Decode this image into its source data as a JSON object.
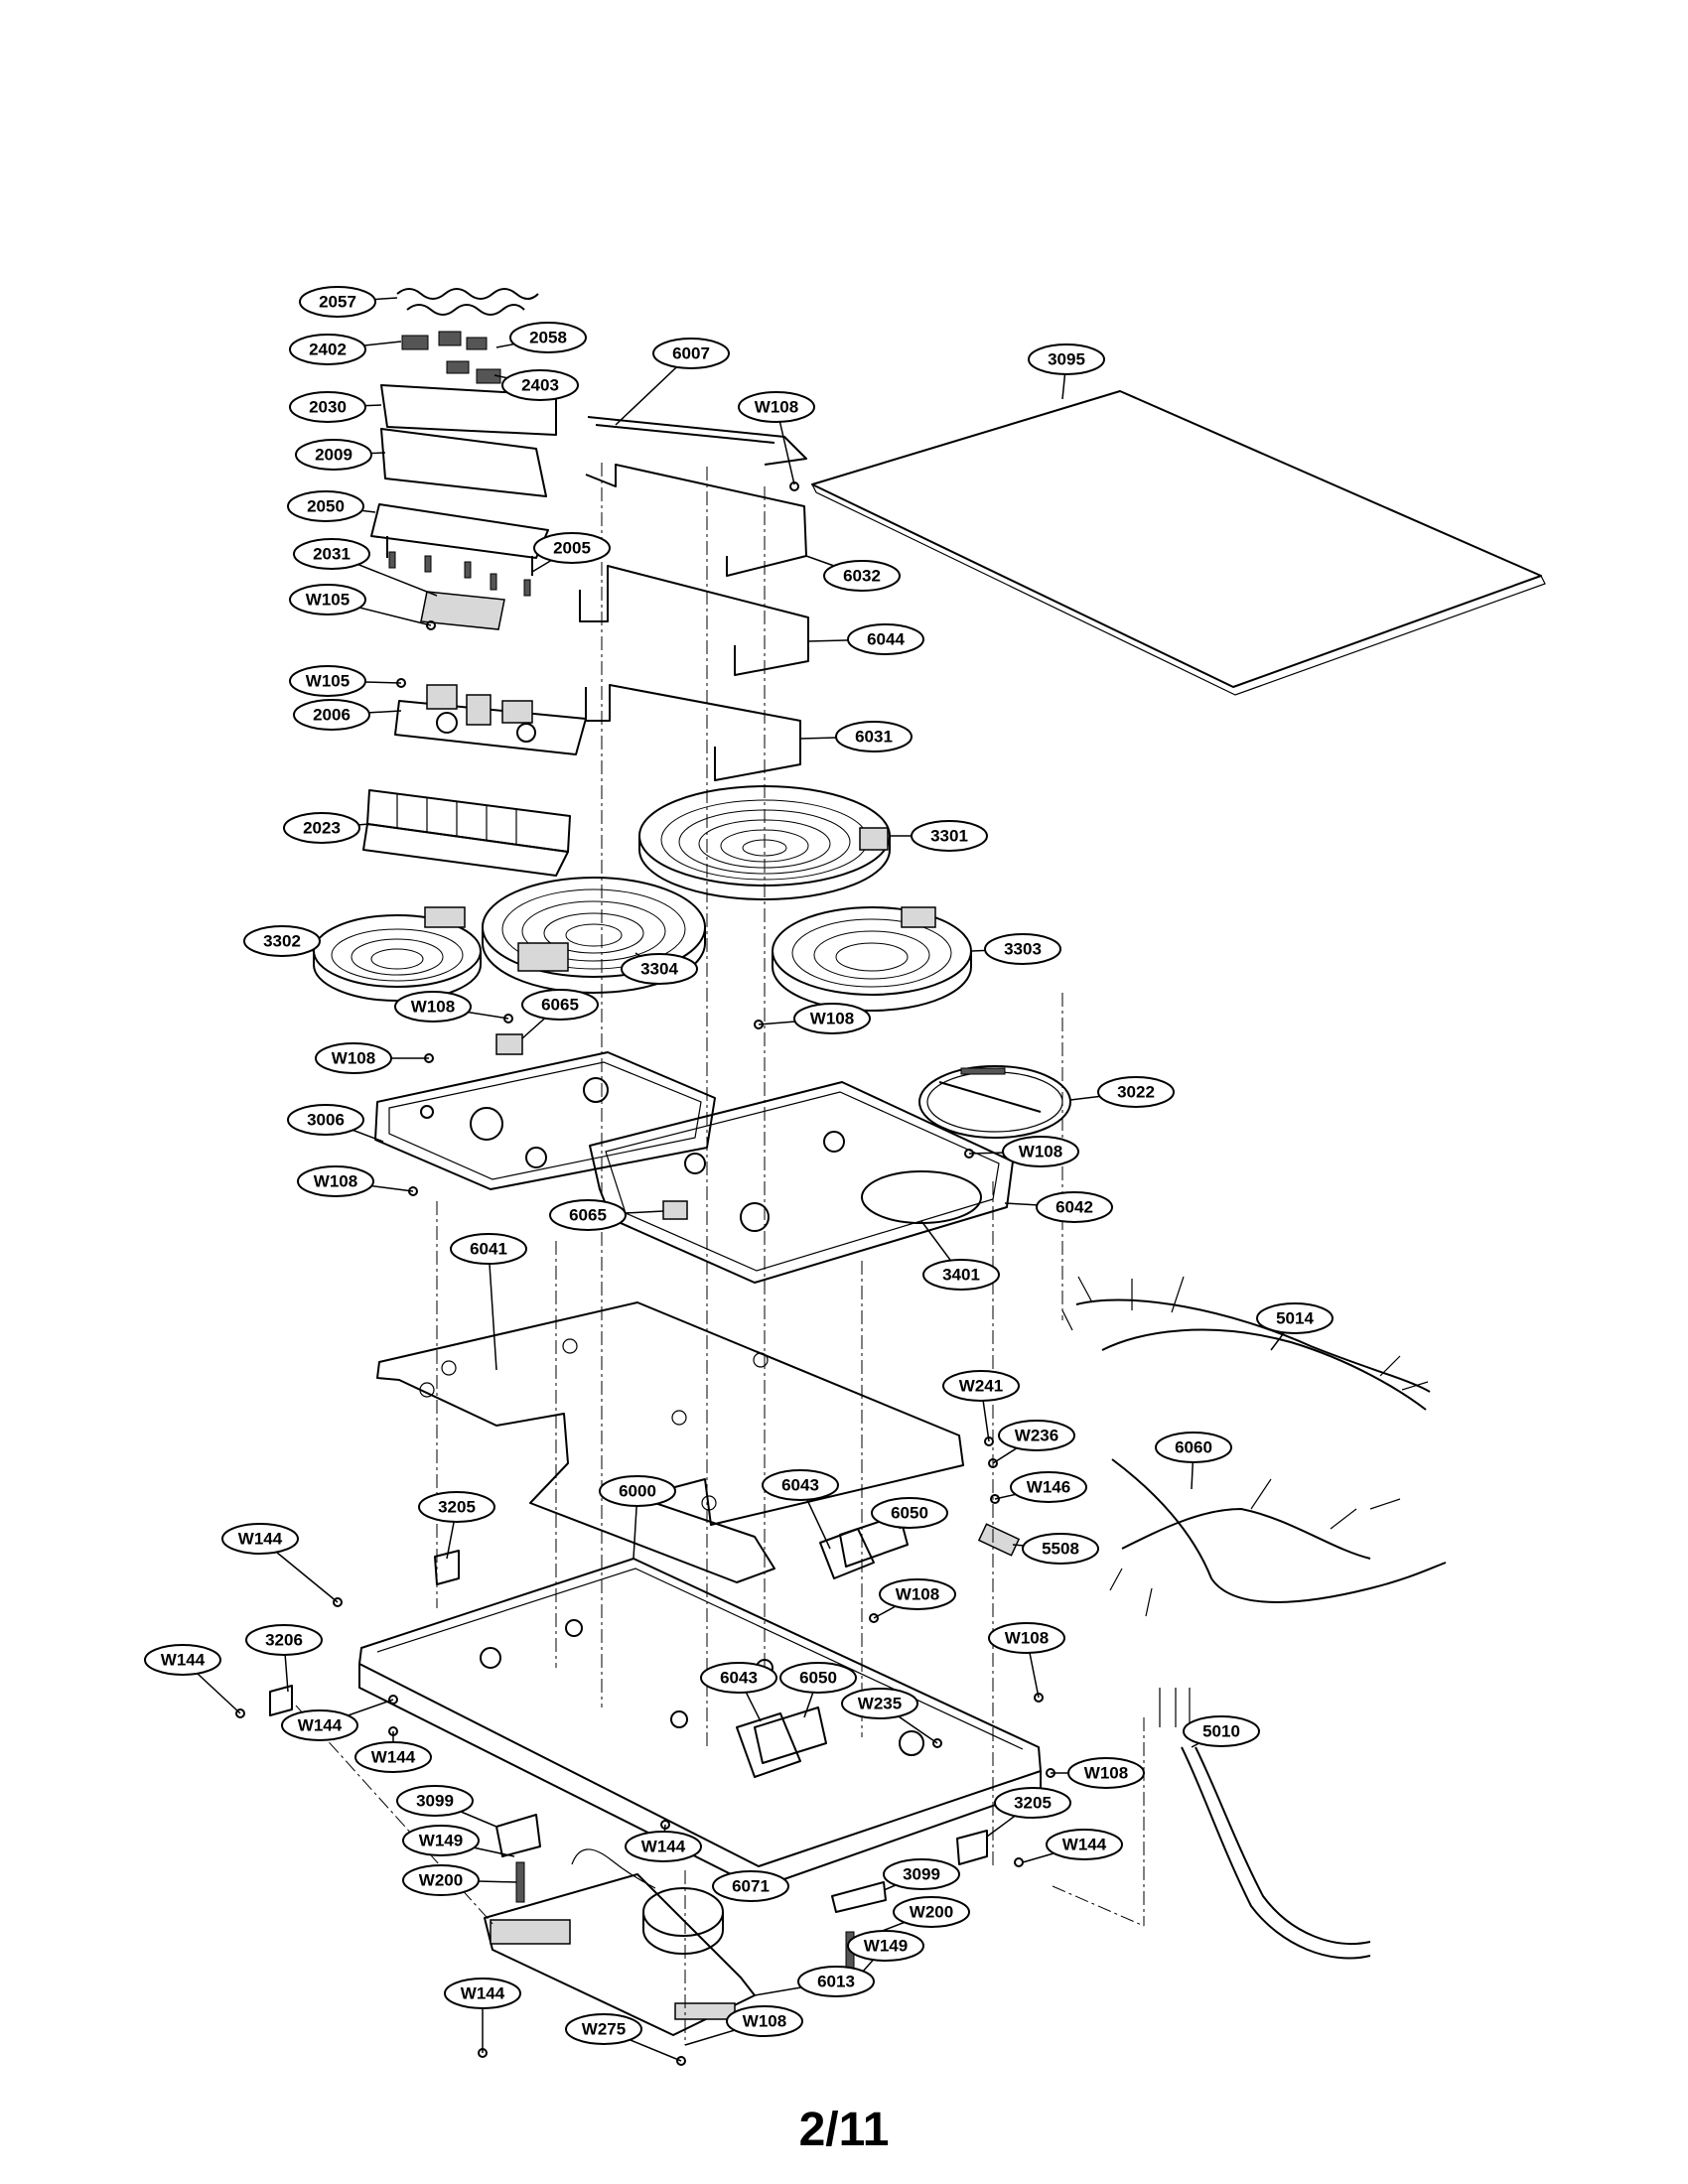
{
  "page_number": "2/11",
  "parts": [
    {
      "id": "2057"
    },
    {
      "id": "2402"
    },
    {
      "id": "2058"
    },
    {
      "id": "2403"
    },
    {
      "id": "2030"
    },
    {
      "id": "2009"
    },
    {
      "id": "2050"
    },
    {
      "id": "2005"
    },
    {
      "id": "2031"
    },
    {
      "id": "W105"
    },
    {
      "id": "W105"
    },
    {
      "id": "2006"
    },
    {
      "id": "2023"
    },
    {
      "id": "6007"
    },
    {
      "id": "W108"
    },
    {
      "id": "3095"
    },
    {
      "id": "6032"
    },
    {
      "id": "6044"
    },
    {
      "id": "6031"
    },
    {
      "id": "3301"
    },
    {
      "id": "3302"
    },
    {
      "id": "3304"
    },
    {
      "id": "3303"
    },
    {
      "id": "W108"
    },
    {
      "id": "6065"
    },
    {
      "id": "W108"
    },
    {
      "id": "W108"
    },
    {
      "id": "3022"
    },
    {
      "id": "3006"
    },
    {
      "id": "W108"
    },
    {
      "id": "W108"
    },
    {
      "id": "6065"
    },
    {
      "id": "6042"
    },
    {
      "id": "3401"
    },
    {
      "id": "6041"
    },
    {
      "id": "5014"
    },
    {
      "id": "W241"
    },
    {
      "id": "W236"
    },
    {
      "id": "6060"
    },
    {
      "id": "W146"
    },
    {
      "id": "3205"
    },
    {
      "id": "6000"
    },
    {
      "id": "6043"
    },
    {
      "id": "6050"
    },
    {
      "id": "5508"
    },
    {
      "id": "W144"
    },
    {
      "id": "W108"
    },
    {
      "id": "3206"
    },
    {
      "id": "W108"
    },
    {
      "id": "W144"
    },
    {
      "id": "6043"
    },
    {
      "id": "6050"
    },
    {
      "id": "W235"
    },
    {
      "id": "W144"
    },
    {
      "id": "W144"
    },
    {
      "id": "5010"
    },
    {
      "id": "W108"
    },
    {
      "id": "3099"
    },
    {
      "id": "3205"
    },
    {
      "id": "W149"
    },
    {
      "id": "W144"
    },
    {
      "id": "W144"
    },
    {
      "id": "W200"
    },
    {
      "id": "6071"
    },
    {
      "id": "3099"
    },
    {
      "id": "W200"
    },
    {
      "id": "W149"
    },
    {
      "id": "6013"
    },
    {
      "id": "W144"
    },
    {
      "id": "W275"
    },
    {
      "id": "W108"
    }
  ]
}
